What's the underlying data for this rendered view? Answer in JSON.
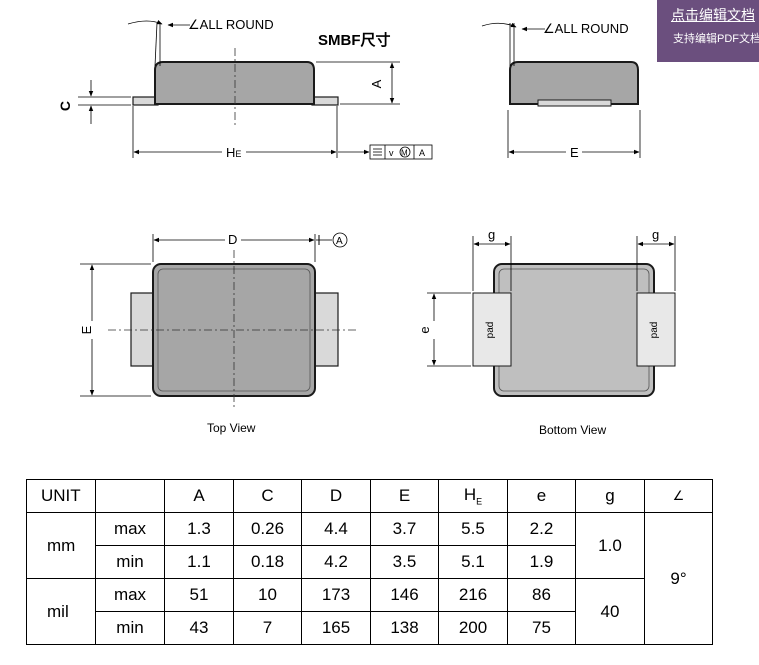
{
  "title": "SMBF尺寸",
  "all_round_label": "∠ALL ROUND",
  "dimension_labels": {
    "A": "A",
    "C": "C",
    "HE_main": "H",
    "HE_sub": "E",
    "E": "E",
    "D": "D",
    "e": "e",
    "g": "g",
    "datum_A": "A",
    "flatness_v": "v",
    "flatness_m": "M",
    "flatness_a": "A"
  },
  "pad_label": "pad",
  "view_labels": {
    "top": "Top View",
    "bottom": "Bottom  View"
  },
  "banner": {
    "link": "点击编辑文档",
    "sub": "支持编辑PDF文档"
  },
  "table": {
    "header": [
      "UNIT",
      "",
      "A",
      "C",
      "D",
      "E",
      "H",
      "e",
      "g",
      "∠"
    ],
    "header_he_sub": "E",
    "units": [
      "mm",
      "mil"
    ],
    "limits": [
      "max",
      "min"
    ],
    "rows": {
      "mm_max": [
        "1.3",
        "0.26",
        "4.4",
        "3.7",
        "5.5",
        "2.2"
      ],
      "mm_min": [
        "1.1",
        "0.18",
        "4.2",
        "3.5",
        "5.1",
        "1.9"
      ],
      "mil_max": [
        "51",
        "10",
        "173",
        "146",
        "216",
        "86"
      ],
      "mil_min": [
        "43",
        "7",
        "165",
        "138",
        "200",
        "75"
      ]
    },
    "g_values": [
      "1.0",
      "40"
    ],
    "angle_value": "9°"
  },
  "colors": {
    "body_fill": "#a6a6a6",
    "lead_fill": "#d9d9d9",
    "outline": "#1a1a1a",
    "banner_bg": "#6b4f7e"
  }
}
